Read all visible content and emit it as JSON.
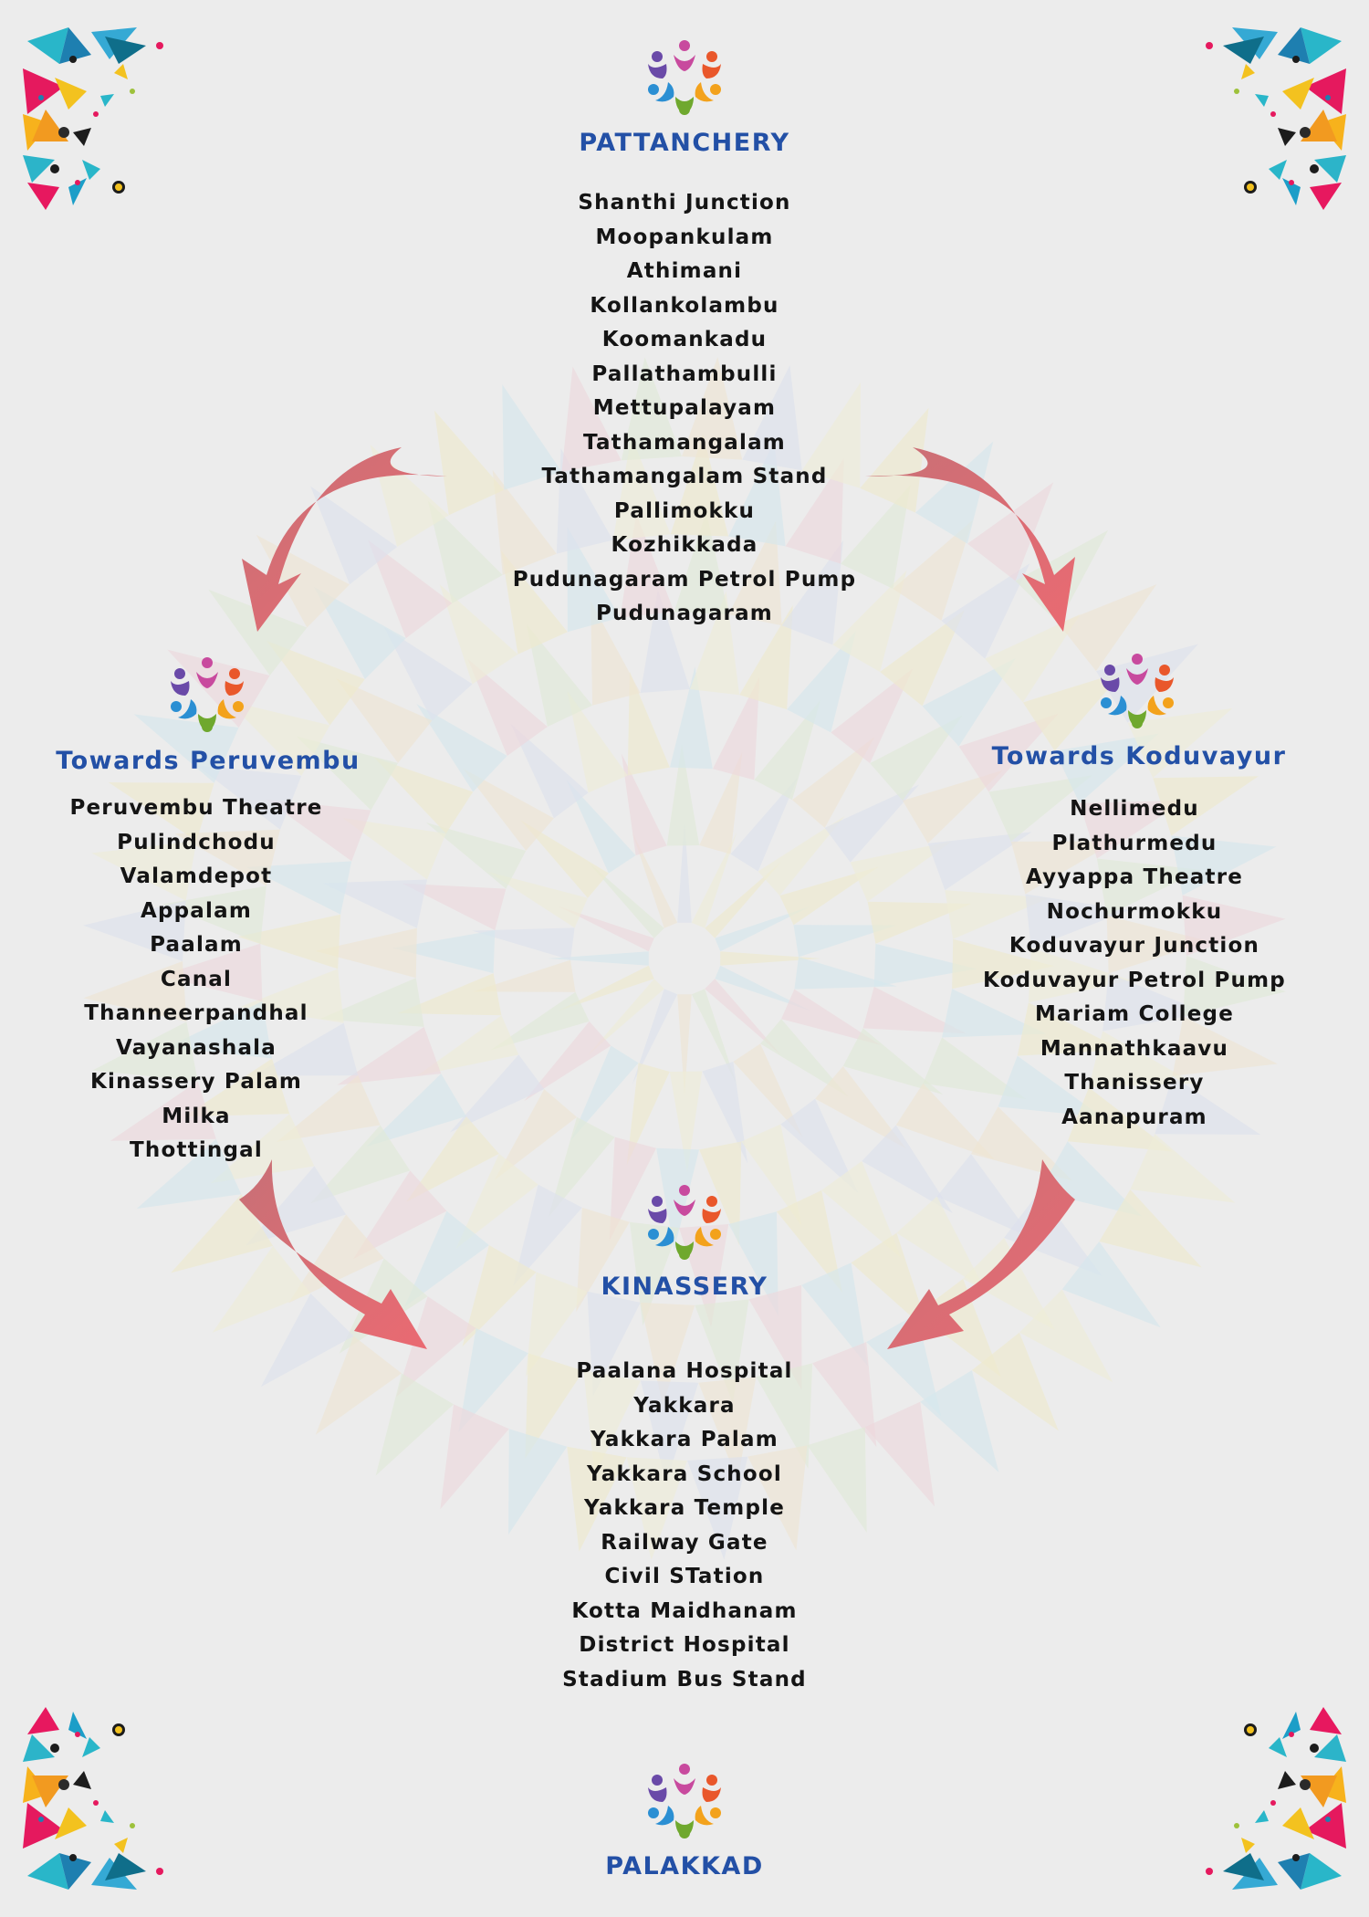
{
  "sections": {
    "pattanchery": {
      "title": "PATTANCHERY",
      "stops": [
        "Shanthi Junction",
        "Moopankulam",
        "Athimani",
        "Kollankolambu",
        "Koomankadu",
        "Pallathambulli",
        "Mettupalayam",
        "Tathamangalam",
        "Tathamangalam Stand",
        "Pallimokku",
        "Kozhikkada",
        "Pudunagaram Petrol Pump",
        "Pudunagaram"
      ]
    },
    "peruvembu": {
      "title": "Towards Peruvembu",
      "stops": [
        "Peruvembu Theatre",
        "Pulindchodu",
        "Valamdepot",
        "Appalam",
        "Paalam",
        "Canal",
        "Thanneerpandhal",
        "Vayanashala",
        "Kinassery Palam",
        "Milka",
        "Thottingal"
      ]
    },
    "koduvayur": {
      "title": "Towards Koduvayur",
      "stops": [
        "Nellimedu",
        "Plathurmedu",
        "Ayyappa Theatre",
        "Nochurmokku",
        "Koduvayur Junction",
        "Koduvayur Petrol Pump",
        "Mariam College",
        "Mannathkaavu",
        "Thanissery",
        "Aanapuram"
      ]
    },
    "kinassery": {
      "title": "KINASSERY",
      "stops": [
        "Paalana Hospital",
        "Yakkara",
        "Yakkara Palam",
        "Yakkara School",
        "Yakkara Temple",
        "Railway Gate",
        "Civil STation",
        "Kotta Maidhanam",
        "District Hospital",
        "Stadium Bus Stand"
      ]
    },
    "palakkad": {
      "title": "PALAKKAD"
    }
  },
  "colors": {
    "title": "#2350a6",
    "stop_text": "#141414",
    "arrow": "#e0606a",
    "background": "#ececec"
  },
  "icons": {
    "logo": "people-circle-logo-icon",
    "arrow": "curved-arrow-icon",
    "corner": "geometric-confetti-corner"
  }
}
